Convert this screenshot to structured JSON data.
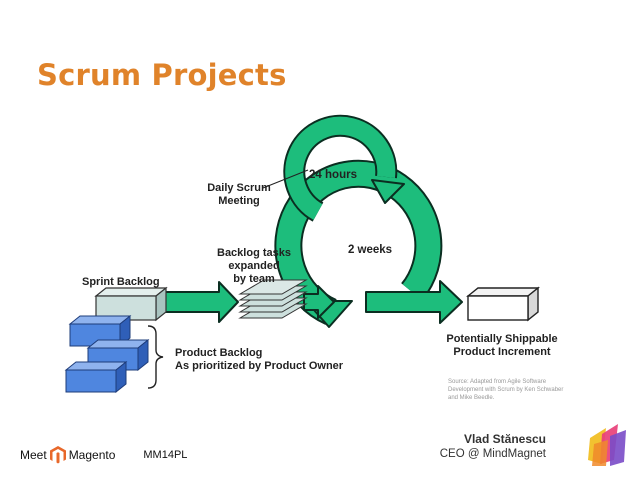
{
  "slide": {
    "title": "Scrum Projects"
  },
  "diagram": {
    "daily_meeting_line1": "Daily Scrum",
    "daily_meeting_line2": "Meeting",
    "cycle_short": "24 hours",
    "cycle_long": "2 weeks",
    "backlog_tasks_line1": "Backlog tasks",
    "backlog_tasks_line2": "expanded",
    "backlog_tasks_line3": "by team",
    "sprint_backlog": "Sprint Backlog",
    "product_backlog_line1": "Product Backlog",
    "product_backlog_line2": "As prioritized by Product Owner",
    "increment_line1": "Potentially Shippable",
    "increment_line2": "Product Increment",
    "source_note": "Source: Adapted from Agile Software Development with Scrum by Ken Schwaber and Mike Beedle."
  },
  "footer": {
    "brand_left": "Meet",
    "brand_right": "Magento",
    "event_code": "MM14PL",
    "author": "Vlad Stănescu",
    "role": "CEO @ MindMagnet"
  },
  "colors": {
    "title": "#e0832a",
    "cycle_green": "#1dbd7c",
    "cycle_outline": "#0b2e21",
    "block_blue": "#4f86df",
    "sprint_block": "#cde0dd"
  }
}
